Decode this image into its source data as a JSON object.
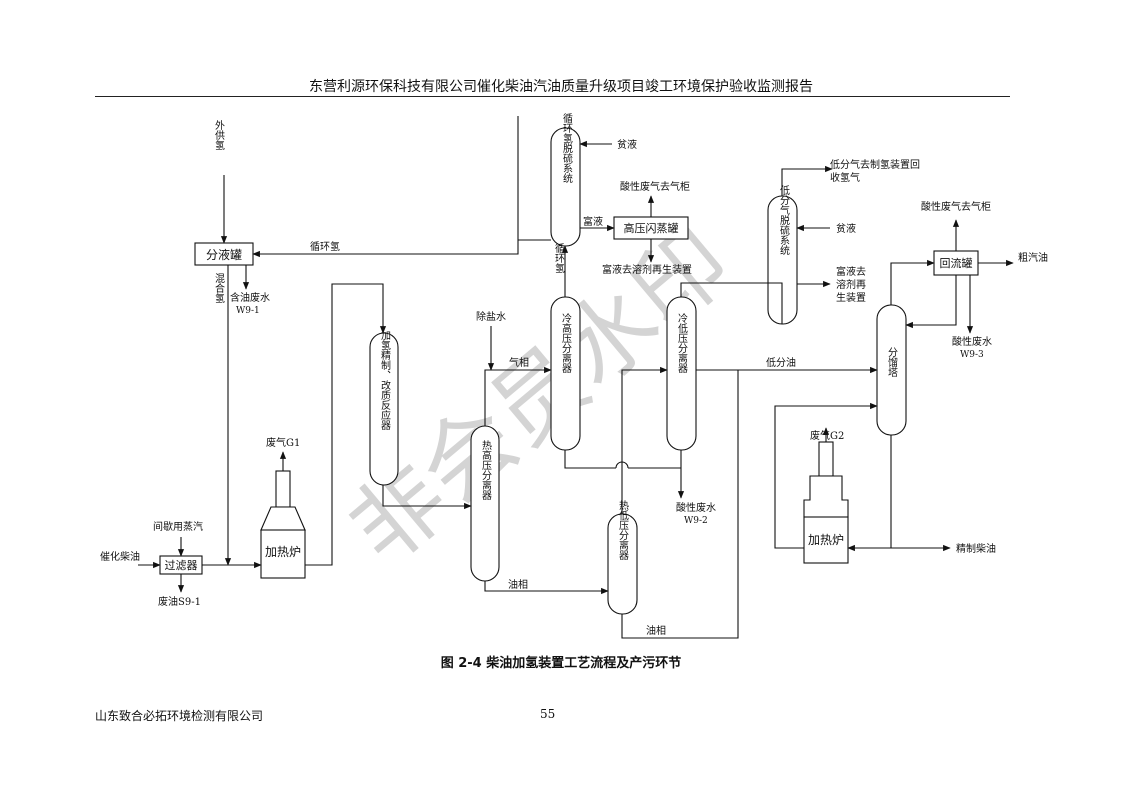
{
  "header": {
    "title": "东营利源环保科技有限公司催化柴油汽油质量升级项目竣工环境保护验收监测报告"
  },
  "figure": {
    "caption": "图 2-4  柴油加氢装置工艺流程及产污环节",
    "watermark": "非会员水印",
    "units": {
      "separator_drum": "分液罐",
      "filter": "过滤器",
      "heater_1": "加热炉",
      "heater_2": "加热炉",
      "reactor": "加氢精制、改质反应器",
      "hot_hp_separator": "热高压分离器",
      "cold_hp_separator": "冷高压分离器",
      "hot_lp_separator": "热低压分离器",
      "cold_lp_separator": "冷低压分离器",
      "recycle_h2_desulfurization": "循环氢脱硫系统",
      "hp_flash_drum": "高压闪蒸罐",
      "low_gas_desulfurization": "低分气脱硫系统",
      "fractionator": "分馏塔",
      "reflux_drum": "回流罐"
    },
    "labels": {
      "external_h2": "外供氢",
      "recycle_h2": "循环氢",
      "mixed_h2": "混合氢",
      "oily_wastewater": "含油废水",
      "w9_1": "W9-1",
      "steam": "间歇用蒸汽",
      "cat_diesel": "催化柴油",
      "waste_oil": "废油S9-1",
      "flue_gas_g1": "废气G1",
      "flue_gas_g2": "废气G2",
      "desalted_water": "除盐水",
      "gas_phase": "气相",
      "oil_phase_1": "油相",
      "oil_phase_2": "油相",
      "recycle_h2_v": "循环氢",
      "lean_solvent_1": "贫液",
      "lean_solvent_2": "贫液",
      "rich_solvent": "富液",
      "acid_gas_1": "酸性废气去气柜",
      "acid_gas_2": "酸性废气去气柜",
      "rich_to_regen_1": "富液去溶剂再生装置",
      "rich_to_regen_2": "富液去溶剂再生装置",
      "acid_water_2": "酸性废水",
      "w9_2": "W9-2",
      "acid_water_3": "酸性废水",
      "w9_3": "W9-3",
      "low_gas_oil": "低分油",
      "low_gas_to_h2": "低分气去制氢装置回收氢气",
      "crude_gasoline": "粗汽油",
      "refined_diesel": "精制柴油"
    }
  },
  "footer": {
    "company": "山东致合必拓环境检测有限公司",
    "page_number": "55"
  }
}
